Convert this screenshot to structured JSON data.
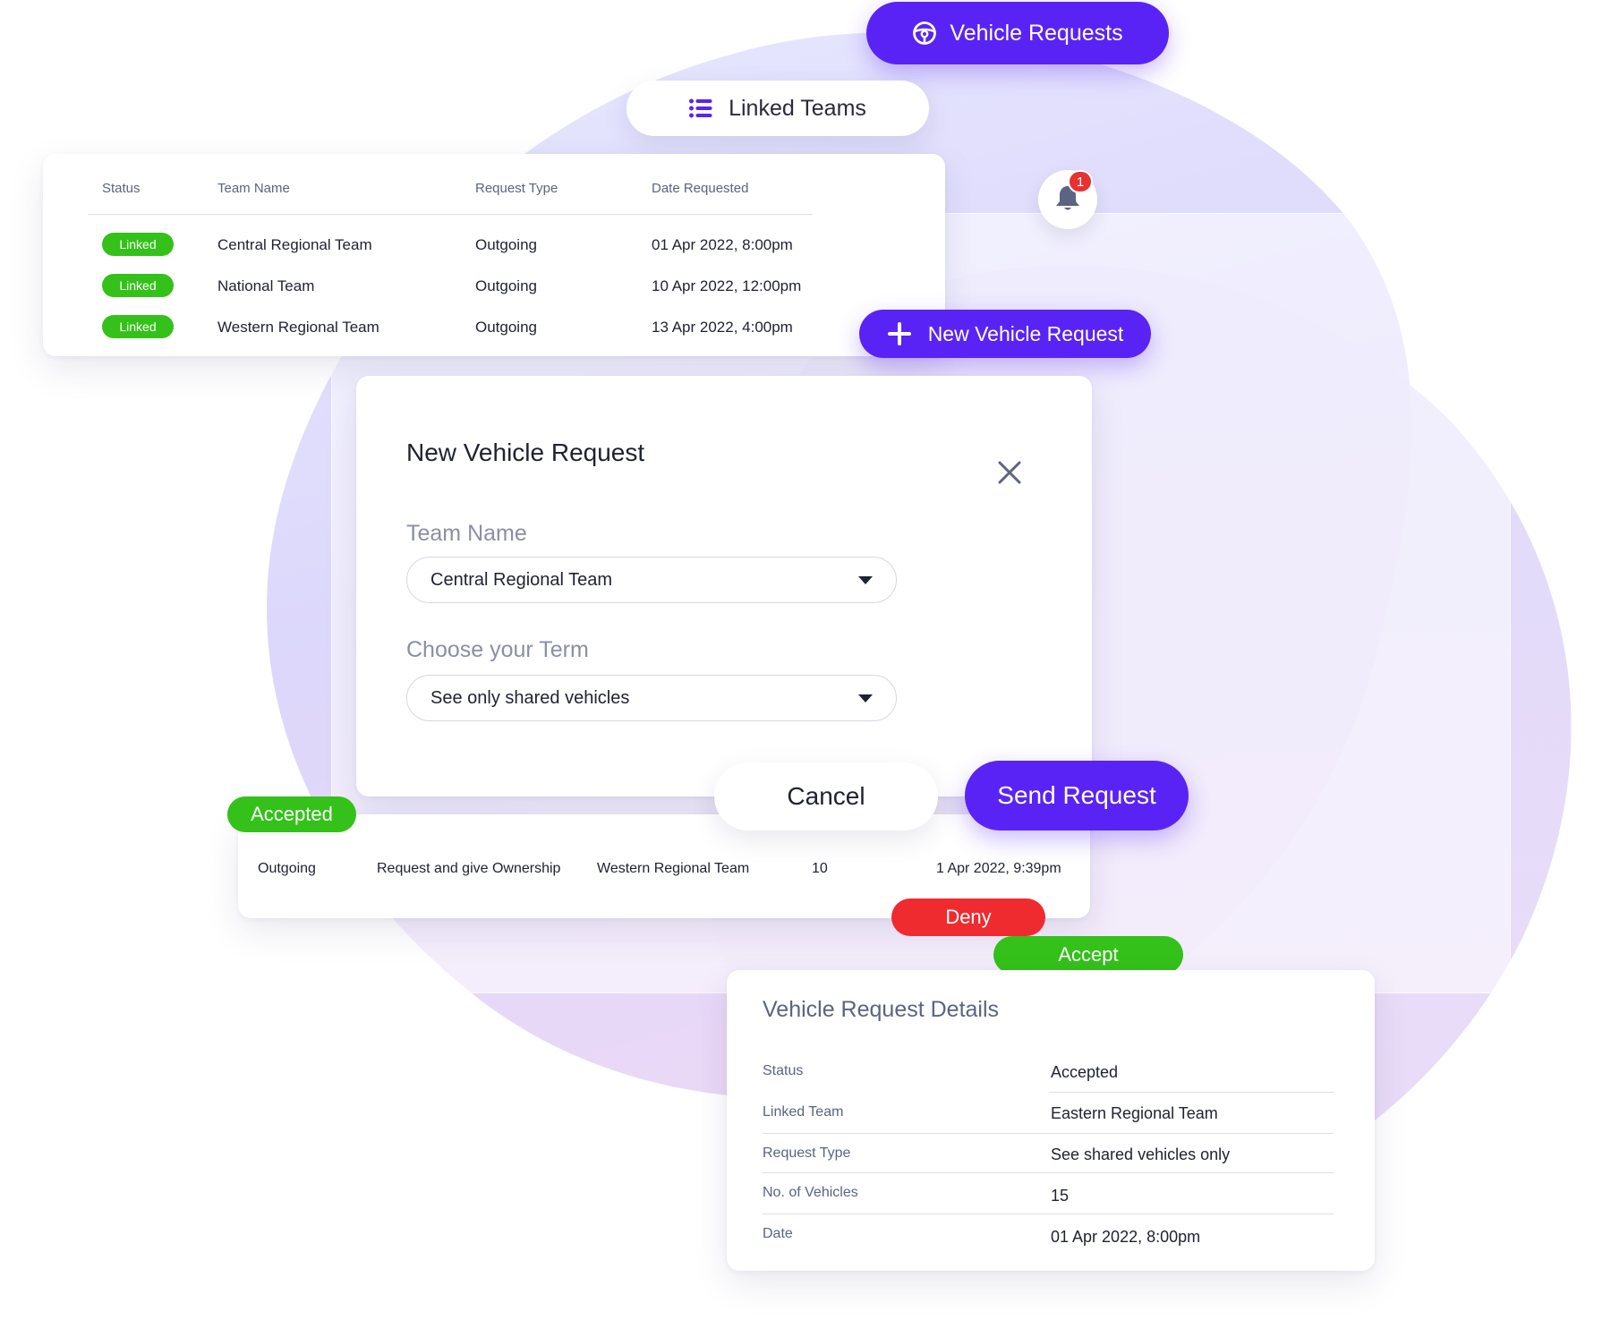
{
  "colors": {
    "primary": "#5a23f5",
    "success": "#34c11a",
    "danger": "#ef2b2f",
    "notification": "#e63230"
  },
  "header": {
    "vehicle_requests_label": "Vehicle Requests",
    "vehicle_requests_icon": "steering-wheel-icon",
    "linked_teams_label": "Linked Teams",
    "linked_teams_icon": "list-icon"
  },
  "notifications": {
    "icon": "bell-icon",
    "count": "1"
  },
  "linked_teams_table": {
    "columns": [
      "Status",
      "Team Name",
      "Request Type",
      "Date Requested"
    ],
    "rows": [
      {
        "status": "Linked",
        "team": "Central Regional Team",
        "type": "Outgoing",
        "date": "01 Apr 2022, 8:00pm"
      },
      {
        "status": "Linked",
        "team": "National Team",
        "type": "Outgoing",
        "date": "10 Apr 2022, 12:00pm"
      },
      {
        "status": "Linked",
        "team": "Western Regional Team",
        "type": "Outgoing",
        "date": "13 Apr 2022, 4:00pm"
      }
    ]
  },
  "new_request_button": {
    "label": "New Vehicle Request",
    "icon": "plus-icon"
  },
  "modal": {
    "title": "New Vehicle Request",
    "close_icon": "close-icon",
    "team_label": "Team Name",
    "team_value": "Central Regional Team",
    "term_label": "Choose your Term",
    "term_value": "See only shared vehicles",
    "cancel_label": "Cancel",
    "send_label": "Send Request"
  },
  "request_row": {
    "badge": "Accepted",
    "type": "Outgoing",
    "term": "Request and give Ownership",
    "team": "Western Regional Team",
    "count": "10",
    "date": "1 Apr 2022, 9:39pm",
    "deny_label": "Deny",
    "accept_label": "Accept"
  },
  "details": {
    "title": "Vehicle Request Details",
    "rows": [
      {
        "label": "Status",
        "value": "Accepted"
      },
      {
        "label": "Linked Team",
        "value": "Eastern Regional Team"
      },
      {
        "label": "Request Type",
        "value": "See shared vehicles only"
      },
      {
        "label": "No. of Vehicles",
        "value": "15"
      },
      {
        "label": "Date",
        "value": "01 Apr 2022, 8:00pm"
      }
    ]
  }
}
